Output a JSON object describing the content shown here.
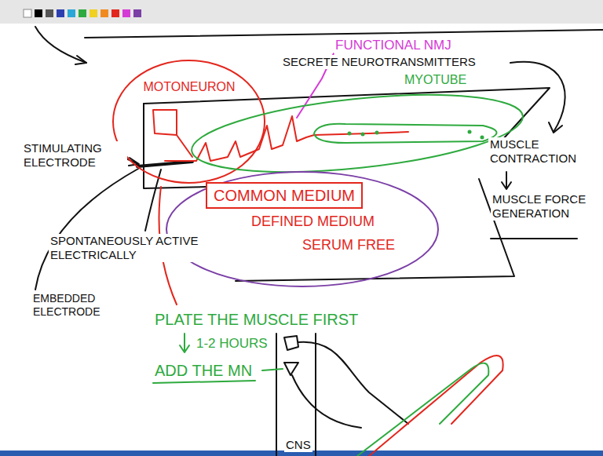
{
  "diagram": {
    "nodes": [
      {
        "text": [
          "MOTONEURON"
        ]
      },
      {
        "text": [
          "MYOTUBE"
        ]
      },
      {
        "text": [
          "DEFINED MEDIUM",
          "SERUM FREE"
        ]
      },
      {
        "text": [
          "COMMON MEDIUM"
        ],
        "in": 2
      }
    ],
    "labels": [
      "FUNCTIONAL NMJ",
      "SECRETE NEUROTRANSMITTERS",
      "STIMULATING ELECTRODE",
      "MUSCLE CONTRACTION",
      "MUSCLE FORCE GENERATION",
      "SPONTANEOUSLY ACTIVE ELECTRICALLY",
      "EMBEDDED ELECTRODE",
      "PLATE THE MUSCLE FIRST",
      "1-2 HOURS",
      "ADD THE MN",
      "CNS"
    ]
  }
}
